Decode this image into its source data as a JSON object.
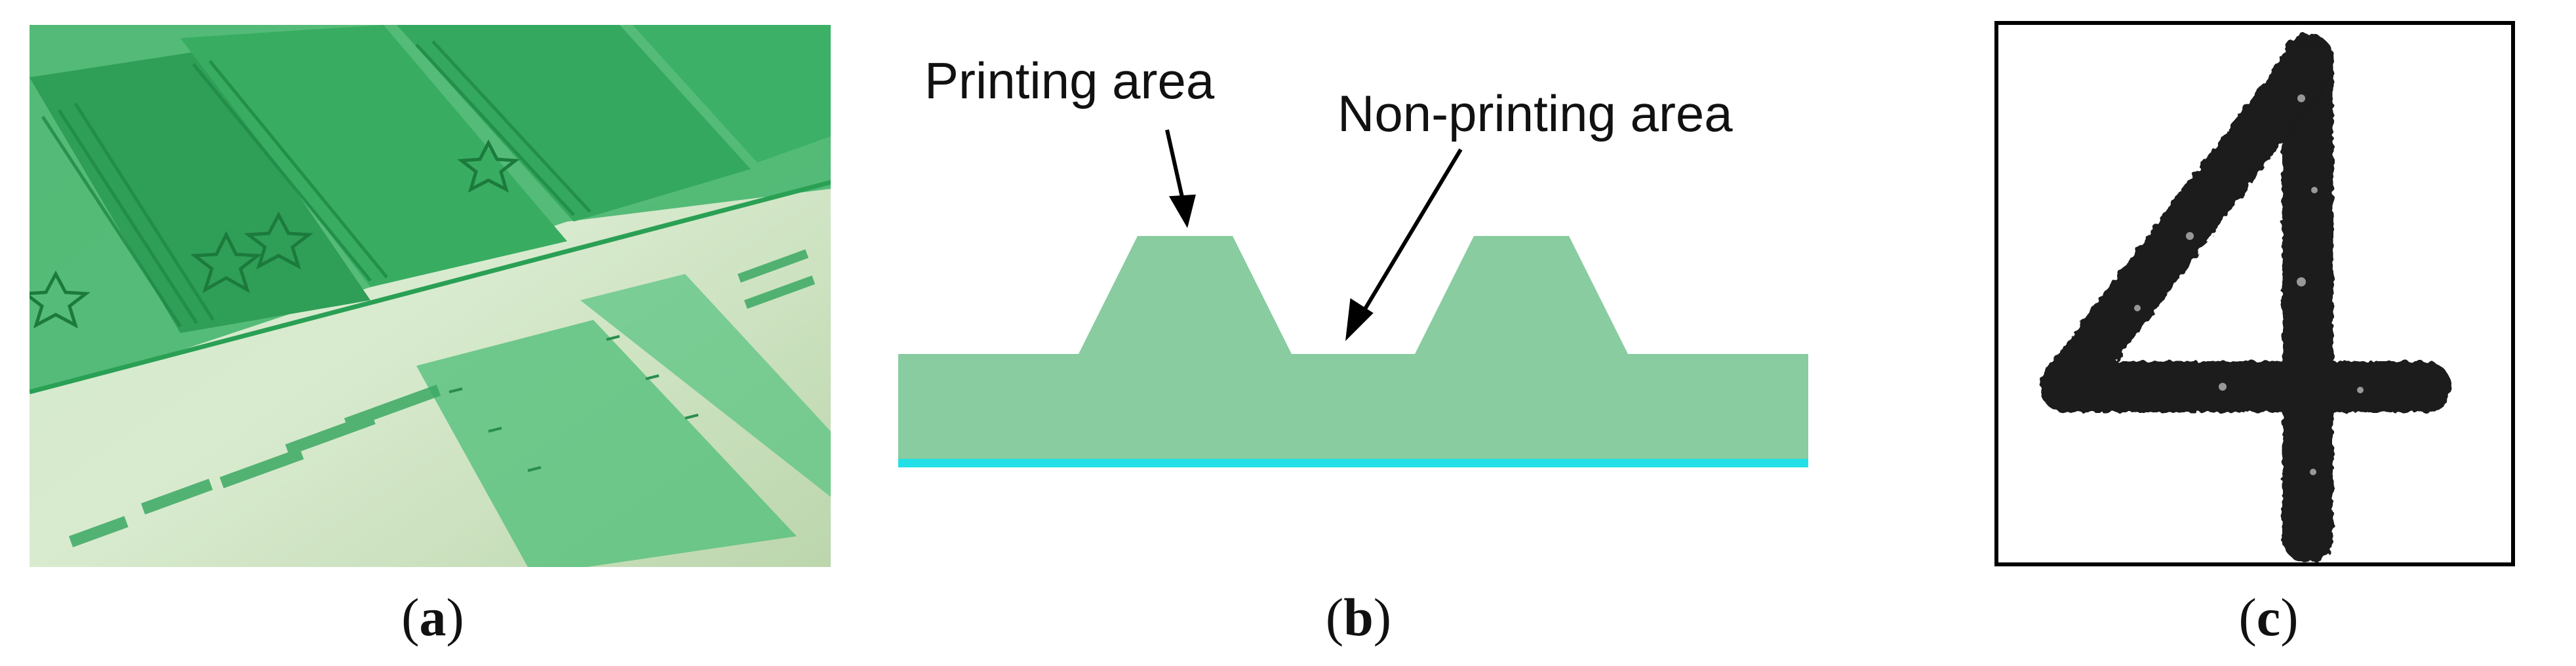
{
  "panels": {
    "a": {
      "caption_open": "(",
      "caption_letter": "a",
      "caption_close": ")",
      "image_description_icon": "green-printing-plate-photo"
    },
    "b": {
      "caption_open": "(",
      "caption_letter": "b",
      "caption_close": ")",
      "labels": {
        "printing_area": "Printing area",
        "non_printing_area": "Non-printing area"
      },
      "colors": {
        "plate": "#88ccA0",
        "base_layer": "#22e0e6"
      }
    },
    "c": {
      "caption_open": "(",
      "caption_letter": "c",
      "caption_close": ")",
      "digit": "4"
    }
  }
}
